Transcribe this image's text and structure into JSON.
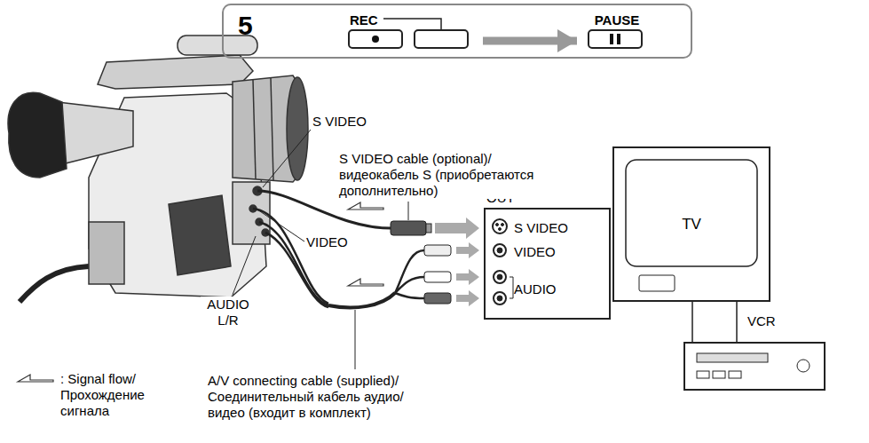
{
  "diagram": {
    "nodes": [
      {
        "text": [
          "5"
        ]
      },
      {
        "text": [
          "REC"
        ],
        "in": 0
      },
      {
        "text": [
          "PAUSE"
        ],
        "in": 0
      },
      {
        "text": [
          "OUT",
          "S VIDEO",
          "VIDEO",
          "AUDIO"
        ]
      },
      {
        "text": [
          "TV"
        ]
      },
      {
        "text": [
          "VCR"
        ]
      }
    ],
    "edges": [
      {
        "from": 1,
        "to": 2,
        "arrow": "to"
      },
      {
        "from": 4,
        "to": 5,
        "arrow": "none"
      },
      {
        "from": 4,
        "to": 5,
        "arrow": "none"
      }
    ],
    "labels": [
      "S VIDEO",
      "S VIDEO cable (optional)/ видеокабель S (приобретаются дополнительно)",
      "VIDEO",
      "AUDIO L/R",
      "A/V connecting cable (supplied)/ Соединительный кабель аудио/ видео (входит в комплект)"
    ],
    "legend": [
      {
        "text": ": Signal flow/ Прохождение сигнала"
      }
    ]
  }
}
